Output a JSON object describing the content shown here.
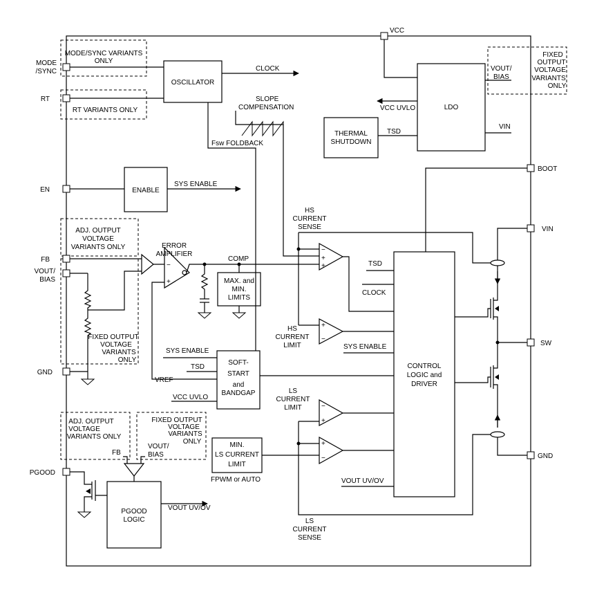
{
  "pins": {
    "mode_sync": [
      "MODE",
      "/SYNC"
    ],
    "rt": "RT",
    "en": "EN",
    "fb": "FB",
    "vout_bias": [
      "VOUT/",
      "BIAS"
    ],
    "gnd_left": "GND",
    "pgood": "PGOOD",
    "vcc": "VCC",
    "boot": "BOOT",
    "vin": "VIN",
    "sw": "SW",
    "gnd_right": "GND"
  },
  "variant_boxes": {
    "mode_sync_only": [
      "MODE/SYNC VARIANTS",
      "ONLY"
    ],
    "rt_only": "RT VARIANTS ONLY",
    "adj_top": [
      "ADJ. OUTPUT",
      "VOLTAGE",
      "VARIANTS ONLY"
    ],
    "fixed_top_left": [
      "FIXED OUTPUT",
      "VOLTAGE",
      "VARIANTS",
      "ONLY"
    ],
    "fixed_top_right": [
      "FIXED",
      "OUTPUT",
      "VOLTAGE",
      "VARIANTS",
      "ONLY"
    ],
    "adj_bottom": [
      "ADJ. OUTPUT",
      "VOLTAGE",
      "VARIANTS ONLY"
    ],
    "fixed_bottom": [
      "FIXED OUTPUT",
      "VOLTAGE",
      "VARIANTS",
      "ONLY"
    ]
  },
  "blocks": {
    "oscillator": "OSCILLATOR",
    "enable": "ENABLE",
    "ldo": "LDO",
    "thermal": [
      "THERMAL",
      "SHUTDOWN"
    ],
    "max_min": [
      "MAX. and",
      "MIN.",
      "LIMITS"
    ],
    "soft_start": [
      "SOFT-",
      "START",
      "and",
      "BANDGAP"
    ],
    "min_ls": [
      "MIN.",
      "LS CURRENT",
      "LIMIT"
    ],
    "control": [
      "CONTROL",
      "LOGIC and",
      "DRIVER"
    ],
    "pgood_logic": [
      "PGOOD",
      "LOGIC"
    ]
  },
  "signals": {
    "clock_out": "CLOCK",
    "slope": [
      "SLOPE",
      "COMPENSATION"
    ],
    "fsw": "Fsw FOLDBACK",
    "vcc_uvlo_out": "VCC UVLO",
    "tsd_ldo": "TSD",
    "vout_bias_ldo": [
      "VOUT/",
      "BIAS"
    ],
    "vin_ldo": "VIN",
    "sys_enable_out": "SYS ENABLE",
    "hs_current_sense": [
      "HS",
      "CURRENT",
      "SENSE"
    ],
    "error_amp": [
      "ERROR",
      "AMPLIFIER"
    ],
    "comp": "COMP",
    "tsd_ctrl": "TSD",
    "clock_ctrl": "CLOCK",
    "hs_current_limit": [
      "HS",
      "CURRENT",
      "LIMIT"
    ],
    "sys_enable_ctrl": "SYS ENABLE",
    "sys_enable_ss": "SYS ENABLE",
    "tsd_ss": "TSD",
    "vref": "VREF",
    "vcc_uvlo_ss": "VCC UVLO",
    "ls_current_limit": [
      "LS",
      "CURRENT",
      "LIMIT"
    ],
    "fb_bottom": "FB",
    "vout_bias_bottom": [
      "VOUT/",
      "BIAS"
    ],
    "fpwm": "FPWM or AUTO",
    "vout_uvov_ctrl": "VOUT UV/OV",
    "vout_uvov_pgood": "VOUT UV/OV",
    "ls_current_sense": [
      "LS",
      "CURRENT",
      "SENSE"
    ]
  }
}
